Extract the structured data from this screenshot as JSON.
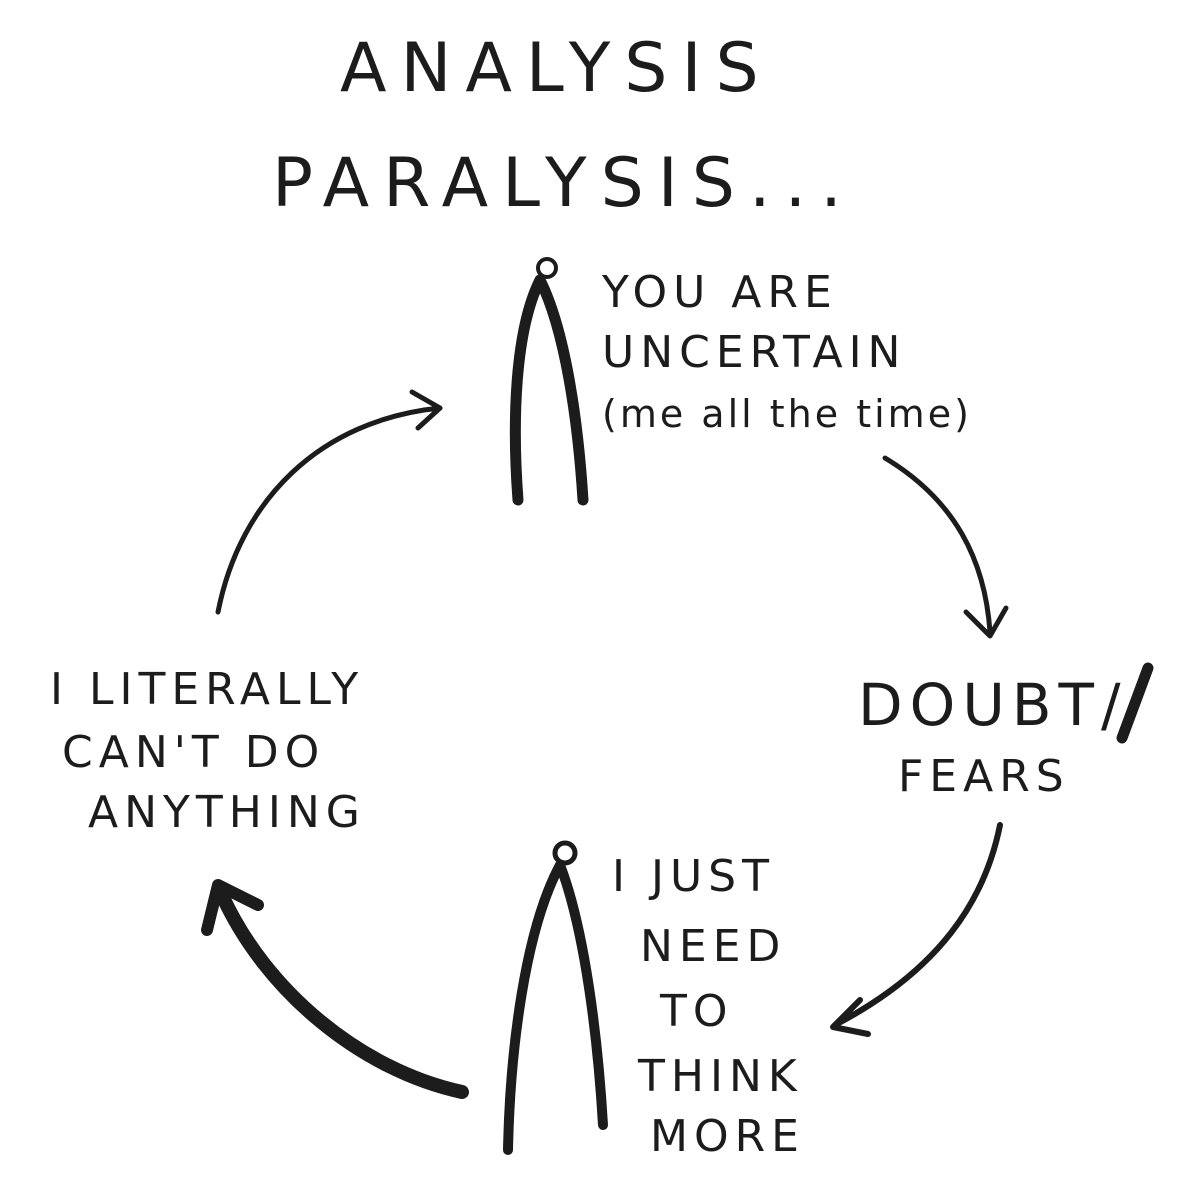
{
  "title": {
    "line1": "ANALYSIS",
    "line2": "PARALYSIS..."
  },
  "steps": {
    "uncertain": {
      "line1": "YOU ARE",
      "line2": "UNCERTAIN",
      "line3": "(me all the time)"
    },
    "doubt": {
      "line1": "DOUBT/",
      "line2": "FEARS"
    },
    "think": {
      "line1": "I JUST",
      "line2": "NEED",
      "line3": "TO",
      "line4": "THINK",
      "line5": "MORE"
    },
    "cant": {
      "line1": "I LITERALLY",
      "line2": "CAN'T DO",
      "line3": "ANYTHING"
    }
  }
}
